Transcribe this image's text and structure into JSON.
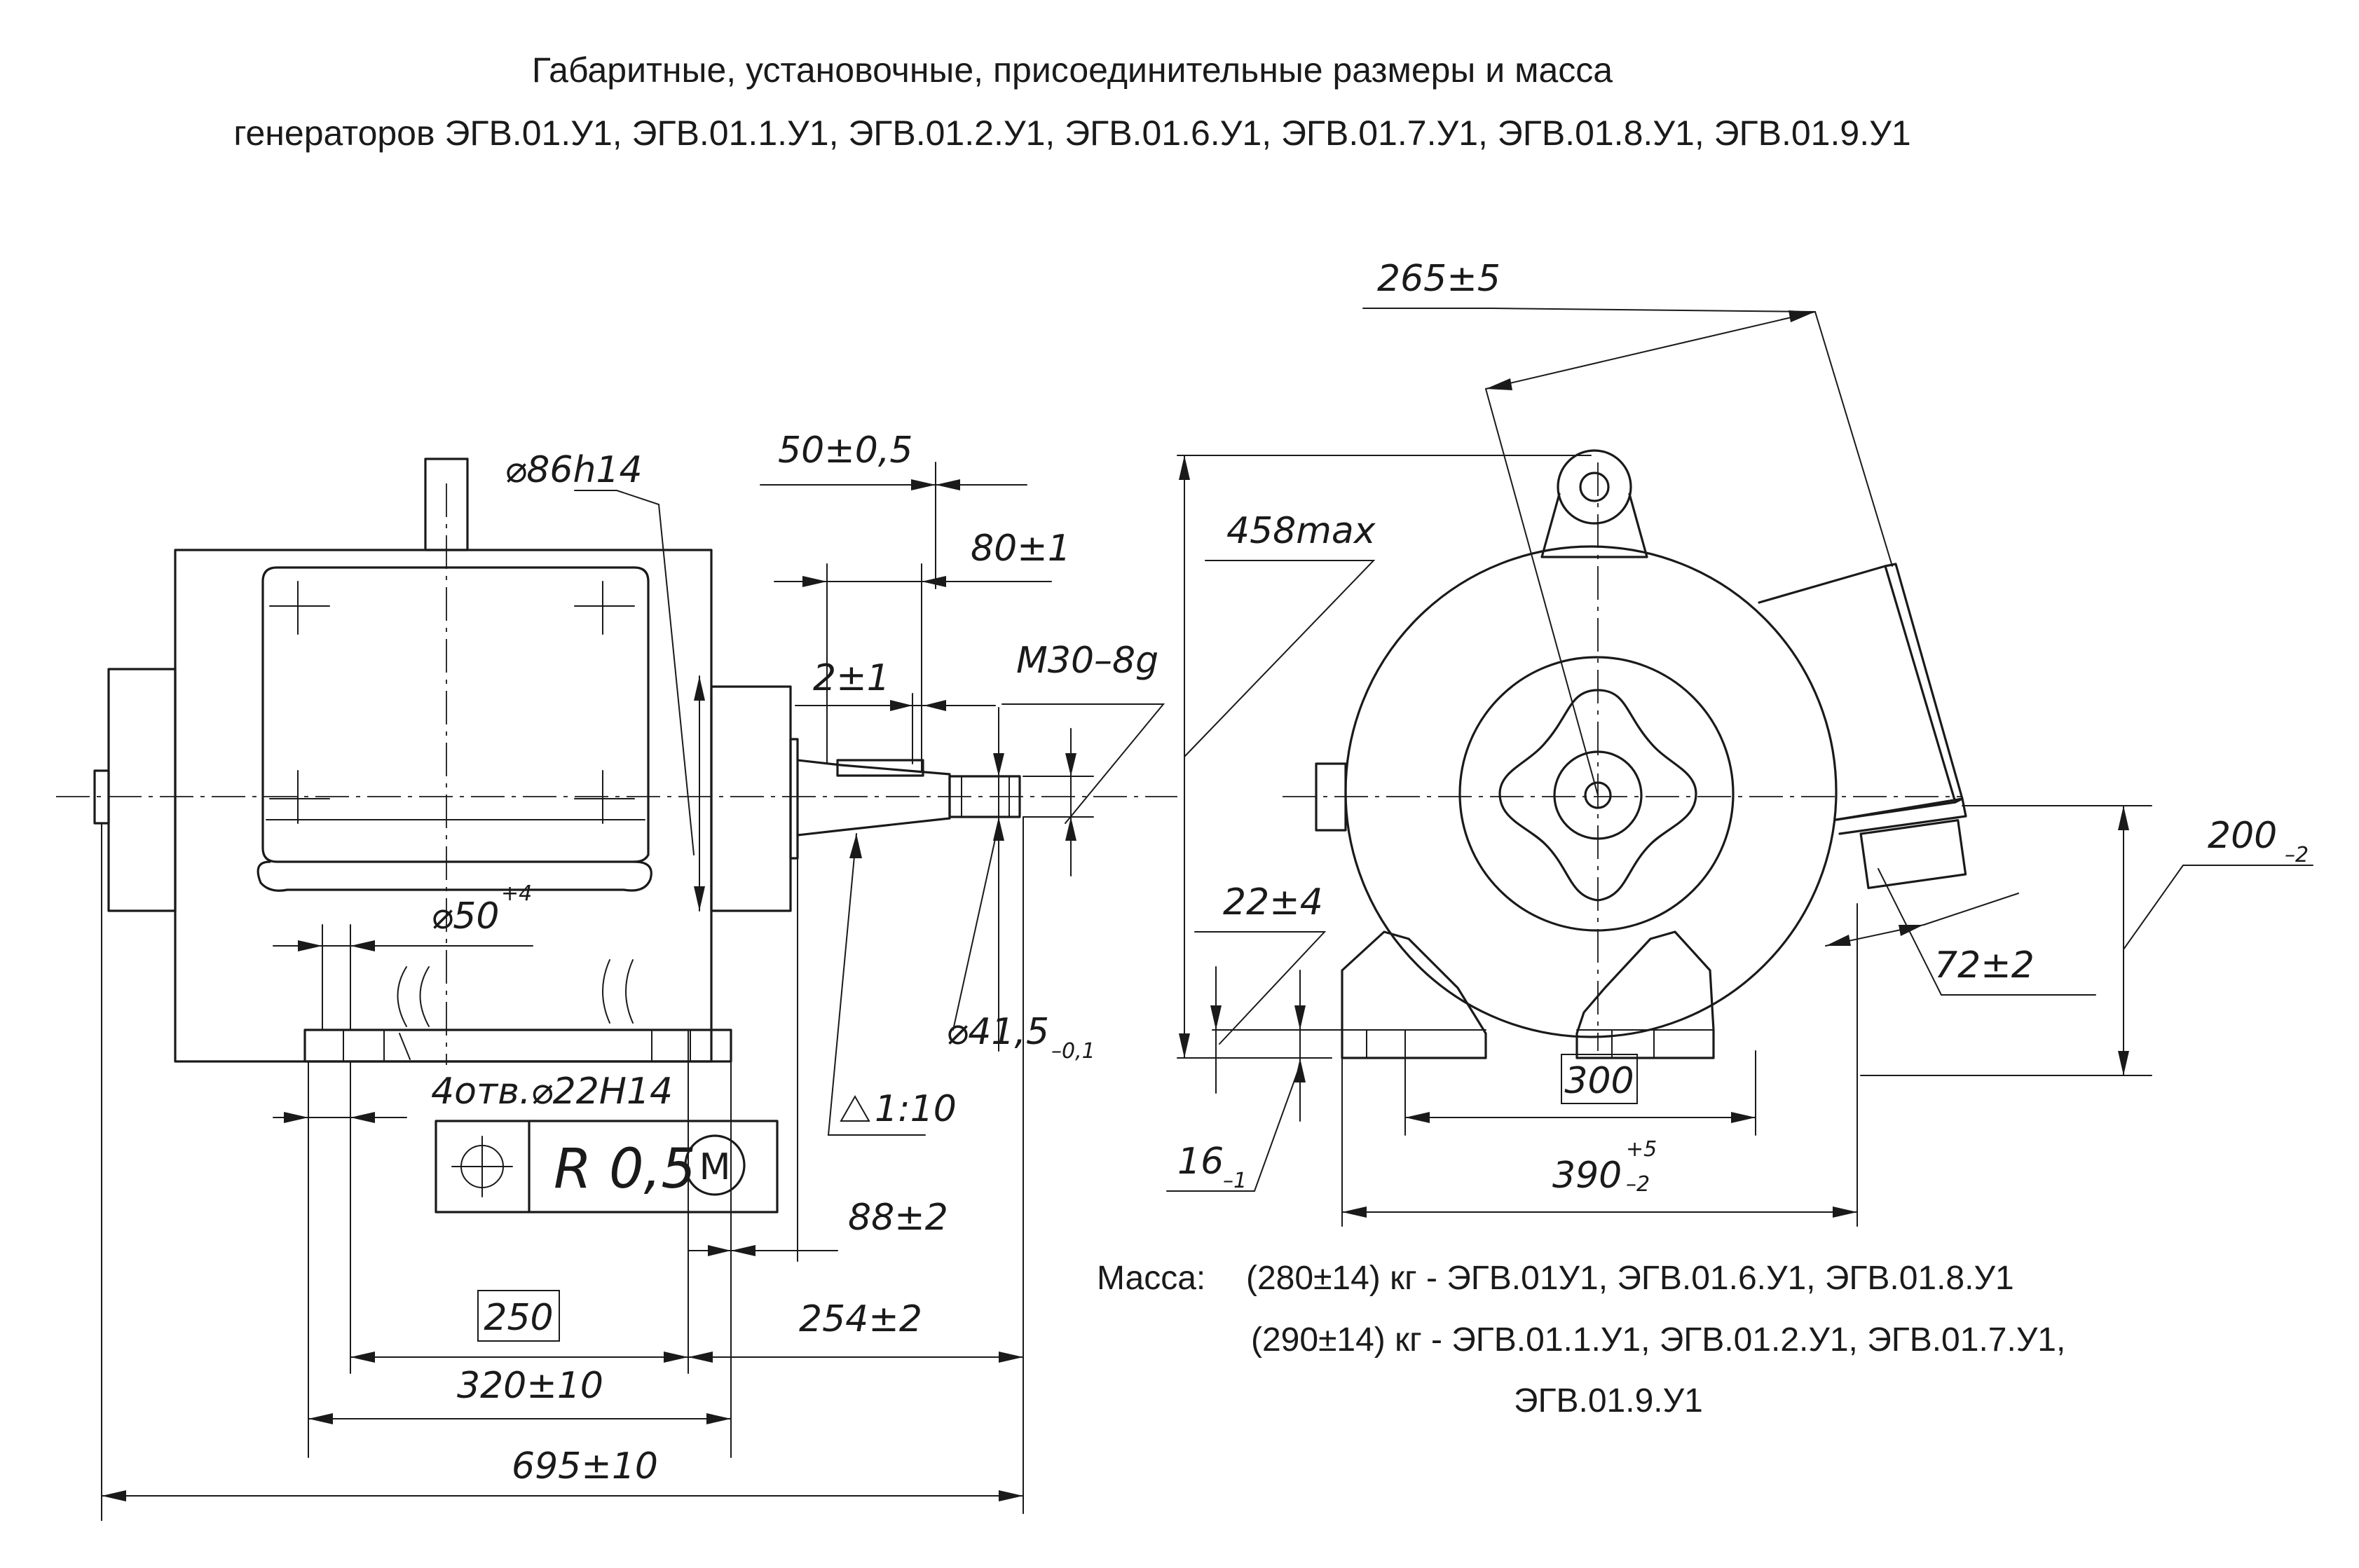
{
  "title": {
    "line1": "Габаритные, установочные, присоединительные  размеры  и масса",
    "line2": "генераторов ЭГВ.01.У1, ЭГВ.01.1.У1, ЭГВ.01.2.У1, ЭГВ.01.6.У1, ЭГВ.01.7.У1, ЭГВ.01.8.У1, ЭГВ.01.9.У1"
  },
  "side_view": {
    "dimensions": {
      "d86": "⌀86h14",
      "d50": "⌀50",
      "d50_tol": "+4",
      "d50_5": "50±0,5",
      "d80": "80±1",
      "d2": "2±1",
      "thread": "M30–8g",
      "d41": "⌀41,5",
      "d41_tol": "–0,1",
      "taper": "1:10",
      "holes": "4отв.⌀22H14",
      "d88": "88±2",
      "d250": "250",
      "d254": "254±2",
      "d320": "320±10",
      "d695": "695±10"
    },
    "tolerance_frame": {
      "value": "R 0,5",
      "modifier": "M"
    }
  },
  "end_view": {
    "dimensions": {
      "d265": "265±5",
      "d458": "458max",
      "d22": "22±4",
      "d16": "16",
      "d16_tol": "–1",
      "d300": "300",
      "d390": "390",
      "d390_tol_upper": "+5",
      "d390_tol_lower": "–2",
      "d200": "200",
      "d200_tol": "–2",
      "d72": "72±2"
    }
  },
  "mass": {
    "label": "Масса:",
    "line1": "(280±14) кг - ЭГВ.01У1, ЭГВ.01.6.У1, ЭГВ.01.8.У1",
    "line2": "(290±14) кг - ЭГВ.01.1.У1, ЭГВ.01.2.У1, ЭГВ.01.7.У1,",
    "line3": "ЭГВ.01.9.У1"
  }
}
